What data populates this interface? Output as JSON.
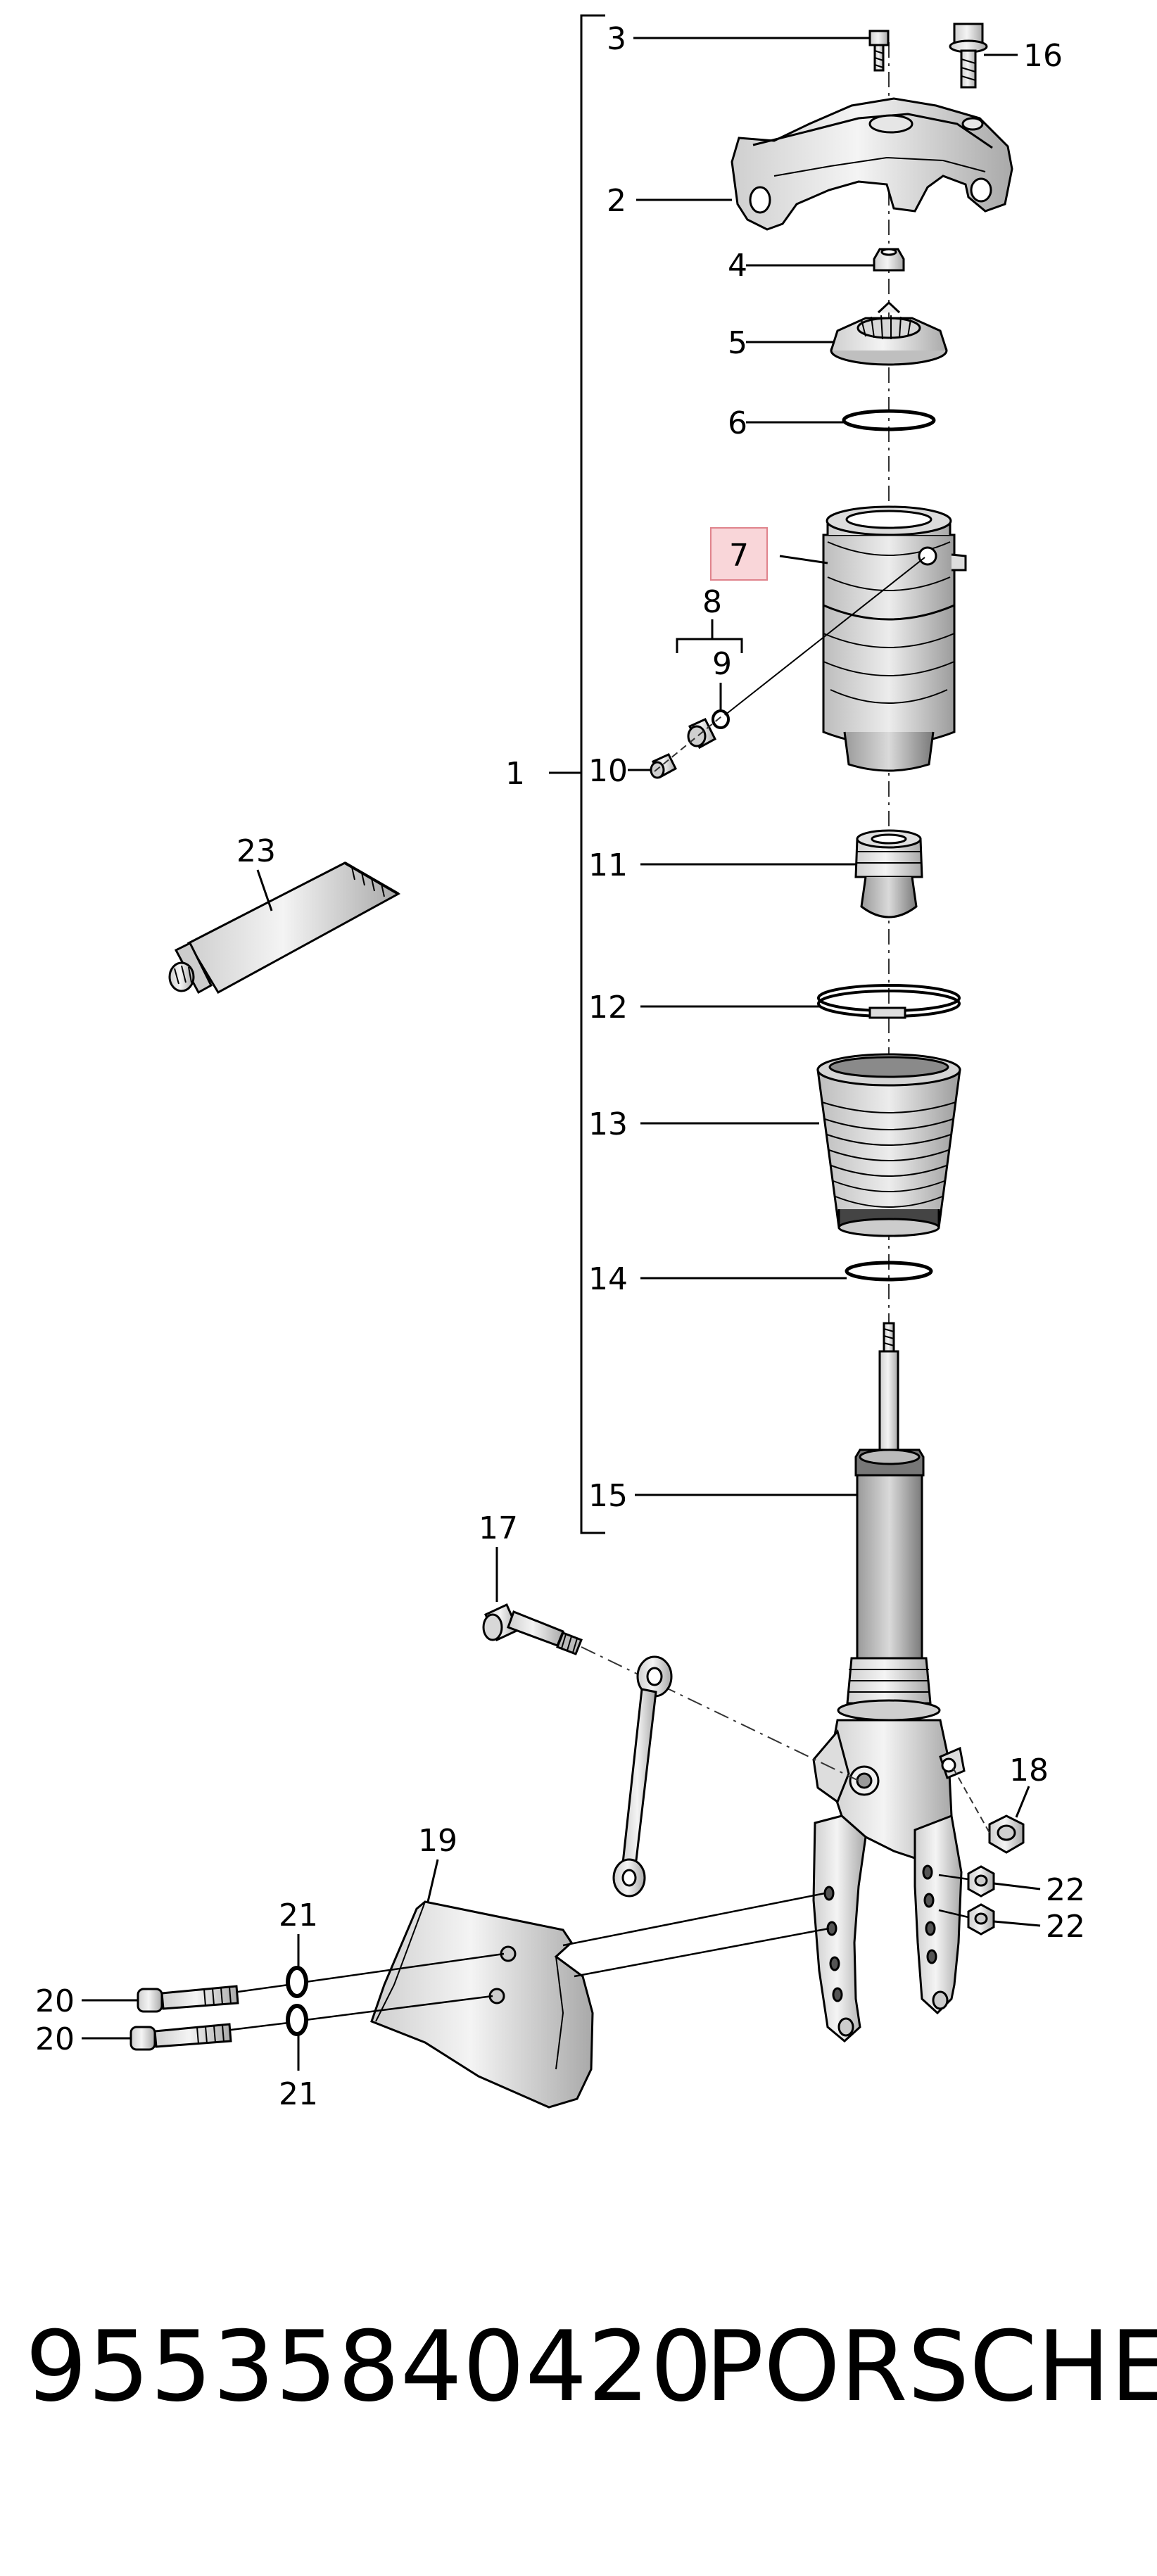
{
  "callouts": {
    "c1": "1",
    "c2": "2",
    "c3": "3",
    "c4": "4",
    "c5": "5",
    "c6": "6",
    "c7": "7",
    "c8": "8",
    "c9": "9",
    "c10": "10",
    "c11": "11",
    "c12": "12",
    "c13": "13",
    "c14": "14",
    "c15": "15",
    "c16": "16",
    "c17": "17",
    "c18": "18",
    "c19": "19",
    "c20a": "20",
    "c20b": "20",
    "c21a": "21",
    "c21b": "21",
    "c22a": "22",
    "c22b": "22",
    "c23": "23"
  },
  "highlight_color": "#f9d6d9",
  "highlight_border": "#e0838c",
  "footer": {
    "part_number": "95535840420",
    "brand": "PORSCHE"
  }
}
